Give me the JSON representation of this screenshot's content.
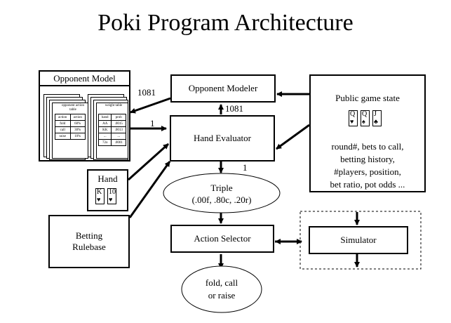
{
  "title": "Poki Program Architecture",
  "opponent_model": {
    "title": "Opponent Model",
    "action_table": {
      "title": "opponent action table",
      "rows": [
        [
          "action",
          "action"
        ],
        [
          "fold",
          "60%"
        ],
        [
          "call",
          "30%"
        ],
        [
          "raise",
          "10%"
        ]
      ]
    },
    "weight_table": {
      "title": "weight table",
      "rows": [
        [
          "hand",
          "prob"
        ],
        [
          "AA",
          ".0015"
        ],
        [
          "KK",
          ".0013"
        ],
        [
          "...",
          "..."
        ],
        [
          "72o",
          ".0001"
        ]
      ]
    }
  },
  "opponent_modeler": {
    "label": "Opponent Modeler"
  },
  "hand_evaluator": {
    "label": "Hand Evaluator"
  },
  "public_game_state": {
    "title": "Public game state",
    "cards": [
      {
        "rank": "Q",
        "suit": "♥"
      },
      {
        "rank": "Q",
        "suit": "♠"
      },
      {
        "rank": "J",
        "suit": "♣"
      }
    ],
    "lines": [
      "round#, bets to call,",
      "betting history,",
      "#players, position,",
      "bet ratio, pot odds ..."
    ]
  },
  "hand": {
    "label": "Hand",
    "cards": [
      {
        "rank": "K",
        "suit": "♥"
      },
      {
        "rank": "10",
        "suit": "♥"
      }
    ]
  },
  "betting_rulebase": {
    "line1": "Betting",
    "line2": "Rulebase"
  },
  "triple": {
    "line1": "Triple",
    "line2": "(.00f, .80c, .20r)"
  },
  "action_selector": {
    "label": "Action Selector"
  },
  "simulator": {
    "label": "Simulator"
  },
  "output": {
    "line1": "fold, call",
    "line2": "or raise"
  },
  "edge_labels": {
    "to_model": "1081",
    "to_modeler": "1081",
    "to_evaluator": "1",
    "from_evaluator": "1"
  }
}
